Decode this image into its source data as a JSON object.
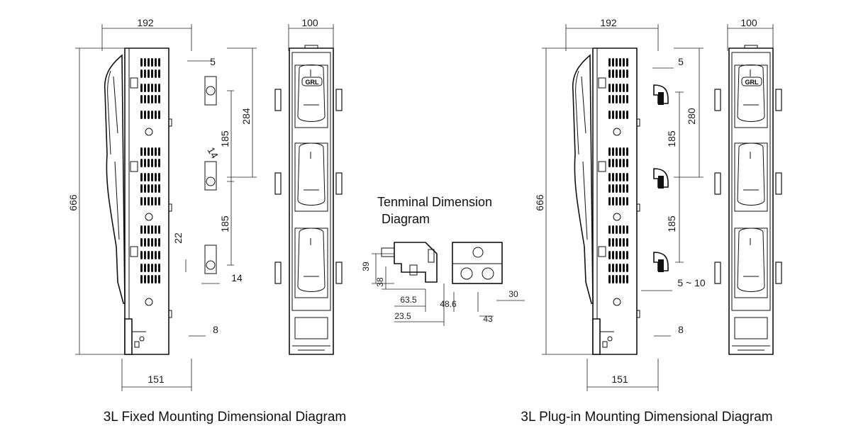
{
  "terminal_title": [
    "Tenminal Dimension",
    "Diagram"
  ],
  "captions": {
    "fixed": "3L Fixed Mounting Dimensional Diagram",
    "plugin": "3L Plug-in Mounting Dimensional Diagram"
  },
  "logo_text": "GRL",
  "fixed": {
    "width_top": "192",
    "width_front": "100",
    "height": "666",
    "d284": "284",
    "d185a": "185",
    "d185b": "185",
    "d5": "5",
    "d14dia": "14",
    "d22": "22",
    "d14": "14",
    "d8": "8",
    "width_bottom": "151"
  },
  "plugin": {
    "width_top": "192",
    "width_front": "100",
    "height": "666",
    "d280": "280",
    "d185a": "185",
    "d185b": "185",
    "d5": "5",
    "d5to10": "5 ~ 10",
    "d8": "8",
    "width_bottom": "151"
  },
  "terminal": {
    "d39": "39",
    "d38": "38",
    "d63_5": "63.5",
    "d23_5": "23.5",
    "d48_6": "48.6",
    "d30": "30",
    "d43": "43"
  }
}
